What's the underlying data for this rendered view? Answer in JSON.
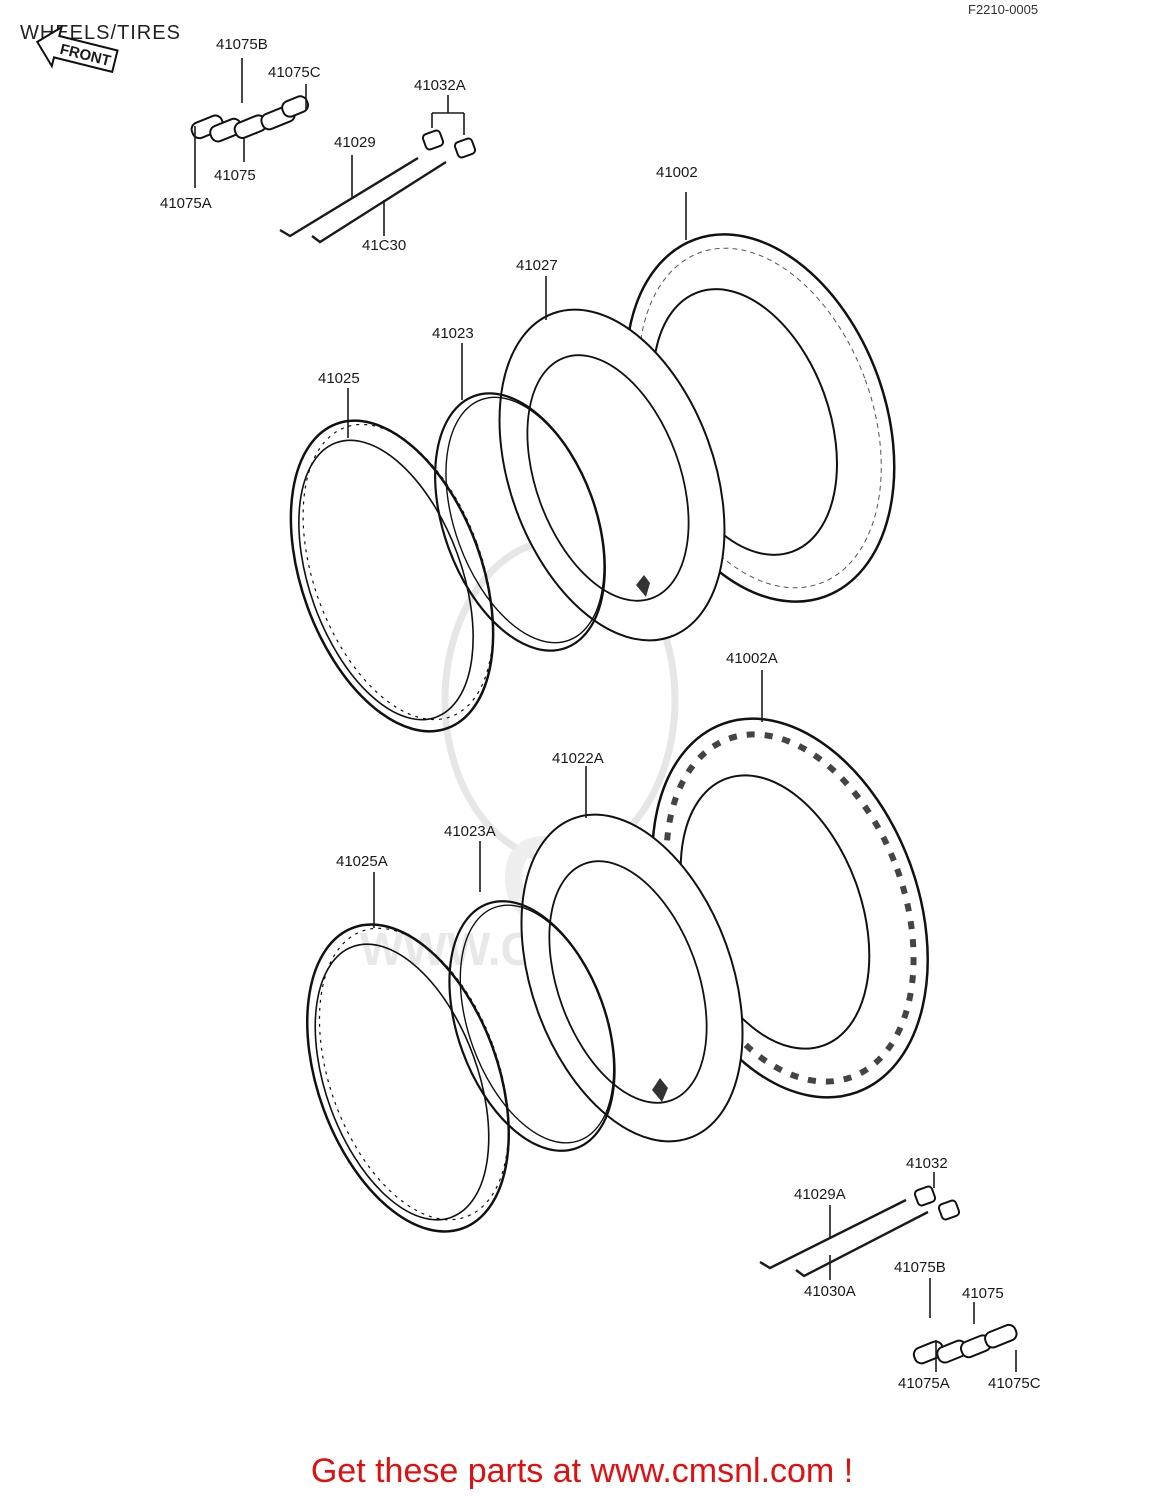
{
  "header": {
    "title": "WHEELS/TIRES",
    "code": "F2210-0005"
  },
  "front_badge": "FRONT",
  "watermark": {
    "brand": "CMS",
    "url": "WWW.CMSNL.COM"
  },
  "labels": [
    {
      "id": "41075B_top",
      "text": "41075B"
    },
    {
      "id": "41075C_top",
      "text": "41075C"
    },
    {
      "id": "41075_top",
      "text": "41075"
    },
    {
      "id": "41075A_top",
      "text": "41075A"
    },
    {
      "id": "41032A",
      "text": "41032A"
    },
    {
      "id": "41029",
      "text": "41029"
    },
    {
      "id": "41030",
      "text": "41C30"
    },
    {
      "id": "41002",
      "text": "41002"
    },
    {
      "id": "41022",
      "text": "41027"
    },
    {
      "id": "41023",
      "text": "41023"
    },
    {
      "id": "41025",
      "text": "41025"
    },
    {
      "id": "41002A",
      "text": "41002A"
    },
    {
      "id": "41022A",
      "text": "41022A"
    },
    {
      "id": "41023A",
      "text": "41023A"
    },
    {
      "id": "41025A",
      "text": "41025A"
    },
    {
      "id": "41032",
      "text": "41032"
    },
    {
      "id": "41029A",
      "text": "41029A"
    },
    {
      "id": "41030A",
      "text": "41030A"
    },
    {
      "id": "41075B_bot",
      "text": "41075B"
    },
    {
      "id": "41075_bot",
      "text": "41075"
    },
    {
      "id": "41075A_bot",
      "text": "41075A"
    },
    {
      "id": "41075C_bot",
      "text": "41075C"
    }
  ],
  "footer": {
    "text": "Get these parts at www.cmsnl.com !"
  }
}
